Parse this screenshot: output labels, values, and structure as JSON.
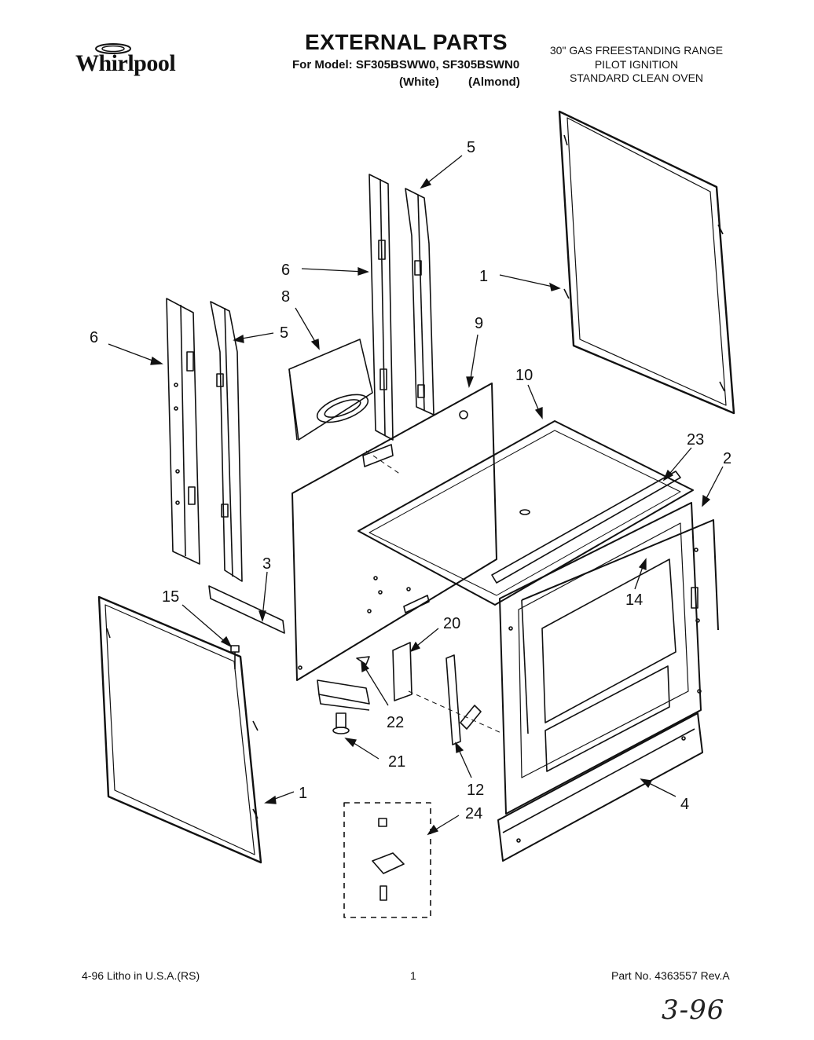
{
  "header": {
    "logo_text": "Whirlpool",
    "title": "EXTERNAL PARTS",
    "model_line": "For Model: SF305BSWW0, SF305BSWN0",
    "variant_white": "(White)",
    "variant_almond": "(Almond)",
    "description_lines": [
      "30\" GAS FREESTANDING RANGE",
      "PILOT IGNITION",
      "STANDARD CLEAN OVEN"
    ]
  },
  "callouts": [
    "1",
    "1",
    "2",
    "3",
    "4",
    "5",
    "5",
    "6",
    "6",
    "8",
    "9",
    "10",
    "12",
    "14",
    "15",
    "20",
    "21",
    "22",
    "23",
    "24"
  ],
  "footer": {
    "litho": "4-96 Litho in U.S.A.(RS)",
    "page": "1",
    "part_no": "Part No. 4363557 Rev.A",
    "handwritten": "3-96"
  }
}
